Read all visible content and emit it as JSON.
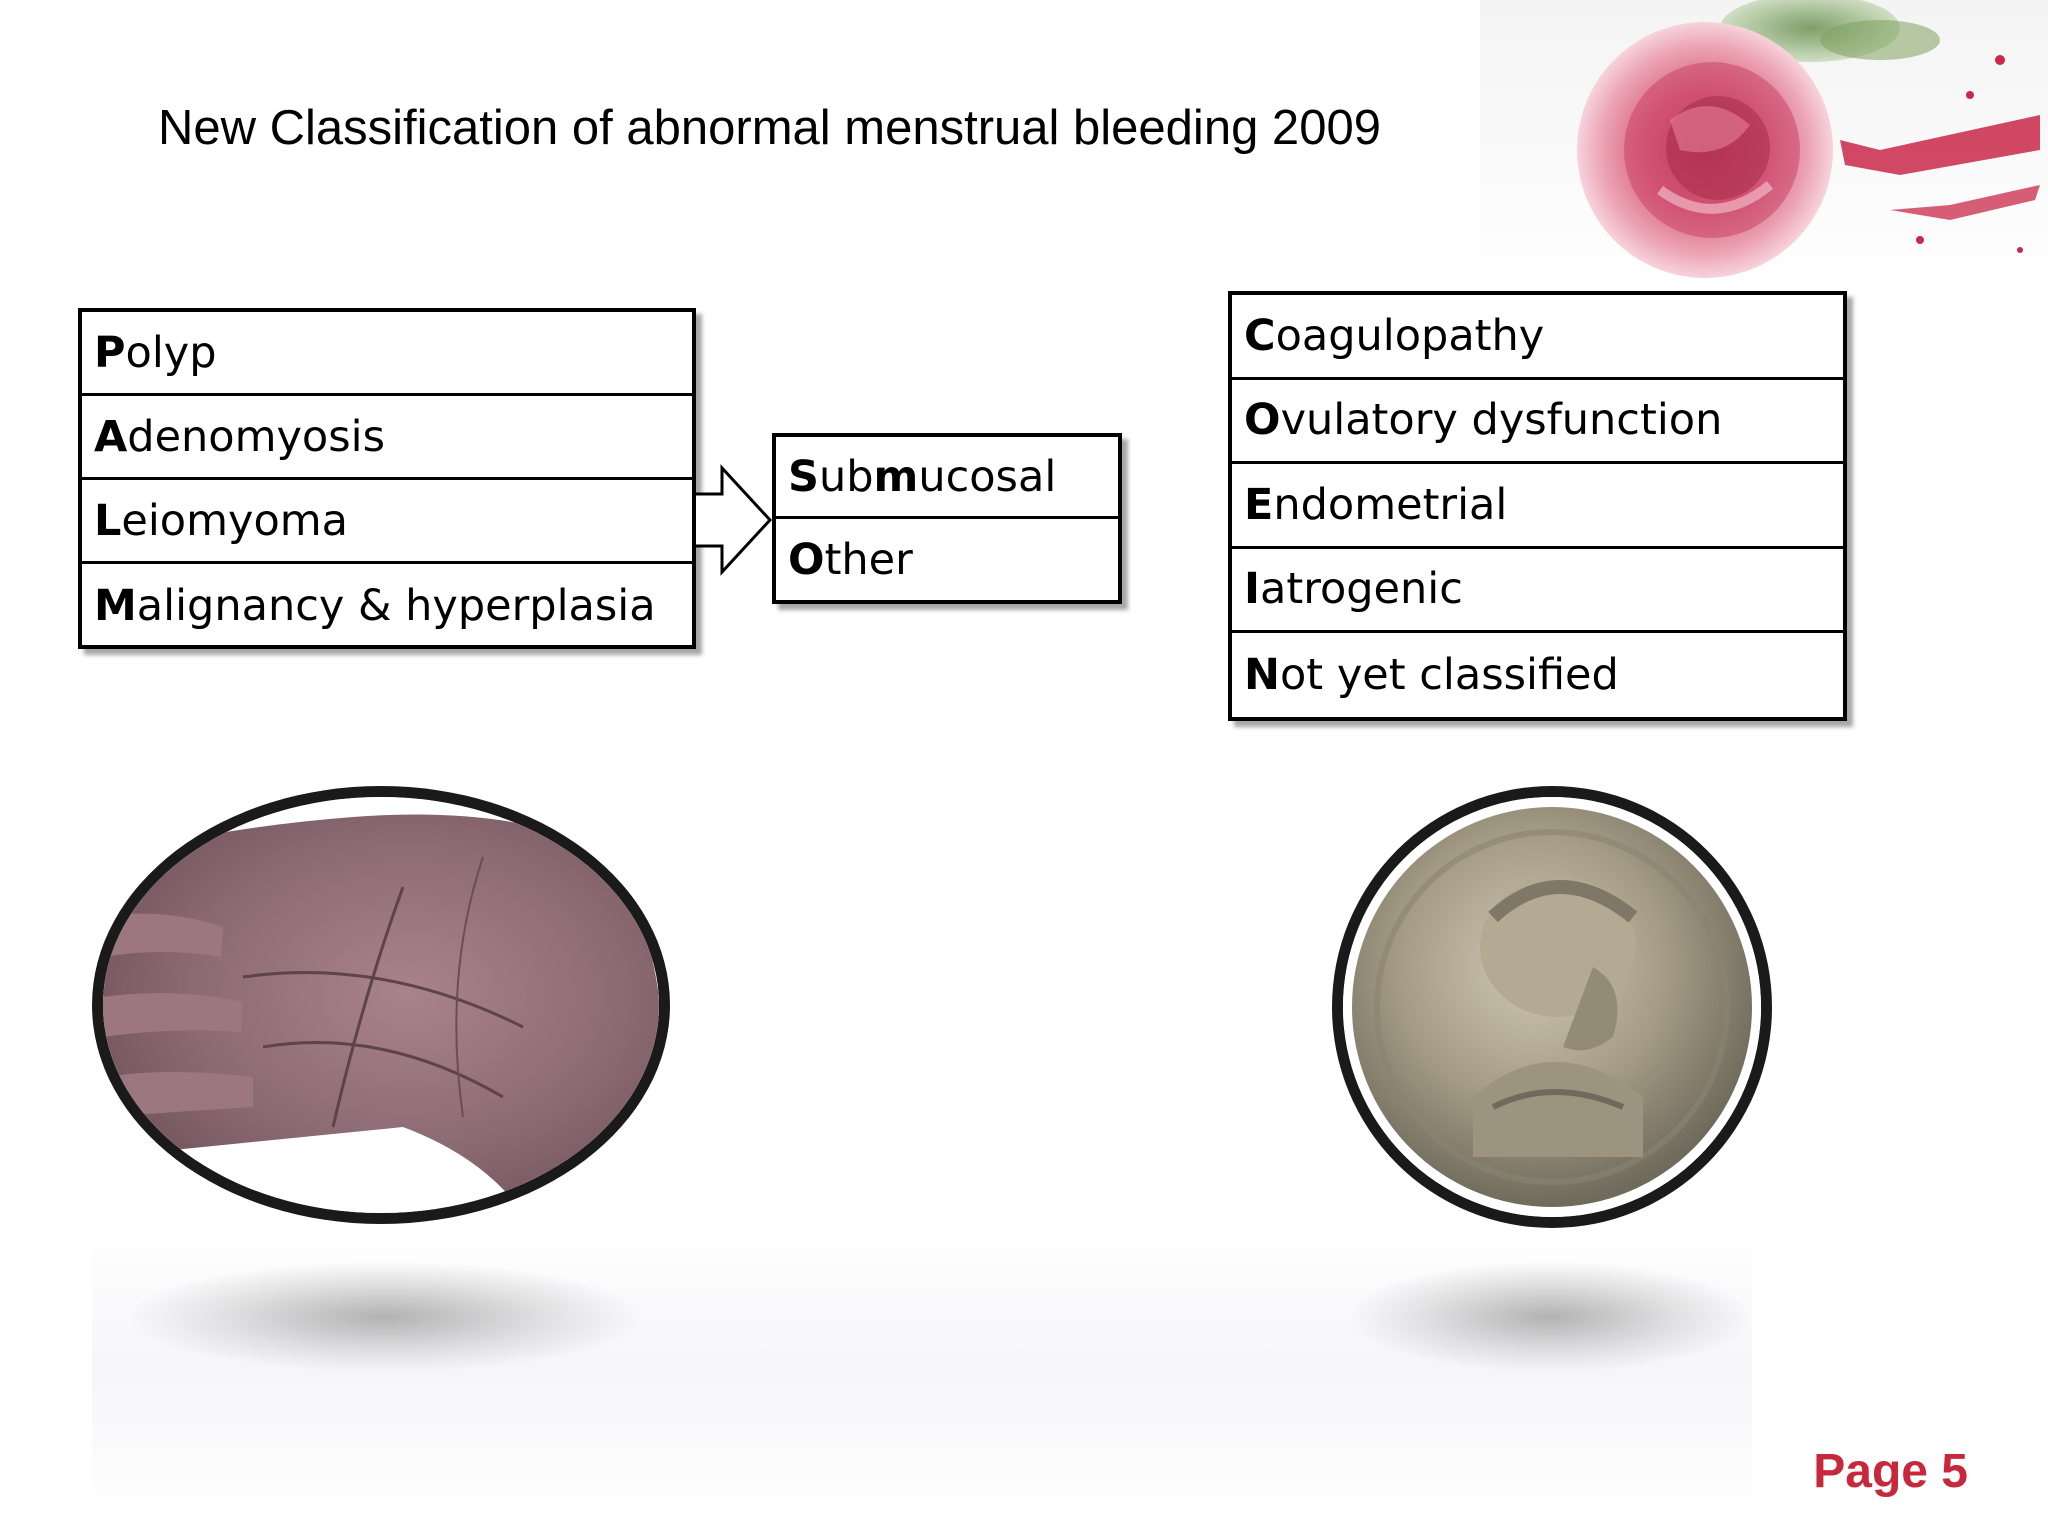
{
  "title": "New Classification of abnormal menstrual bleeding 2009",
  "palm": [
    {
      "lead": "P",
      "rest": "olyp"
    },
    {
      "lead": "A",
      "rest": "denomyosis"
    },
    {
      "lead": "L",
      "rest": "eiomyoma"
    },
    {
      "lead": "M",
      "rest": "alignancy & hyperplasia"
    }
  ],
  "leiomyoma_subtypes": [
    {
      "lead": "S",
      "mid": "ub",
      "lead2": "m",
      "rest": "ucosal"
    },
    {
      "lead": "O",
      "mid": "ther",
      "lead2": "",
      "rest": ""
    }
  ],
  "coein": [
    {
      "lead": "C",
      "rest": "oagulopathy"
    },
    {
      "lead": "O",
      "rest": "vulatory dysfunction"
    },
    {
      "lead": "E",
      "rest": "ndometrial"
    },
    {
      "lead": "I",
      "rest": "atrogenic"
    },
    {
      "lead": "N",
      "rest": "ot yet classified"
    }
  ],
  "images": {
    "left": "palm-photo",
    "right": "roman-coin-photo",
    "decoration": "pink-rose"
  },
  "page_label": "Page 5",
  "colors": {
    "page_number": "#c8283c",
    "rose": "#d9607a",
    "border": "#000000"
  }
}
